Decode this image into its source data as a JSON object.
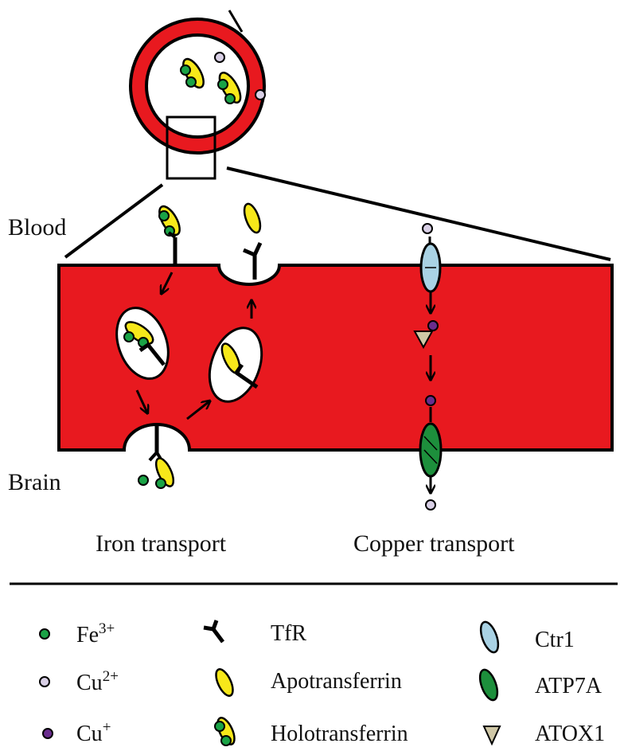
{
  "regions": {
    "blood_label": "Blood",
    "brain_label": "Brain"
  },
  "captions": {
    "iron": "Iron transport",
    "copper": "Copper transport"
  },
  "legend": {
    "fe": {
      "base": "Fe",
      "sup": "3+"
    },
    "cu2": {
      "base": "Cu",
      "sup": "2+"
    },
    "cu1": {
      "base": "Cu",
      "sup": "+"
    },
    "tfr": "TfR",
    "apo": "Apotransferrin",
    "holo": "Holotransferrin",
    "ctr1": "Ctr1",
    "atp7a": "ATP7A",
    "atox1": "ATOX1"
  },
  "colors": {
    "endothelium": "#e8191f",
    "fe_ion": "#1aa346",
    "cu2_ion": "#d9d0e6",
    "cu1_ion": "#6a2d8e",
    "transferrin": "#f7e81a",
    "ctr1": "#a9d2e4",
    "atp7a": "#1d8f3c",
    "atox1": "#cfc7a6"
  }
}
